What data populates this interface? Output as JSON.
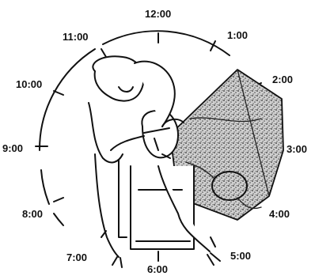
{
  "figure": {
    "clock_positions": [
      {
        "label": "12:00"
      },
      {
        "label": "1:00"
      },
      {
        "label": "2:00"
      },
      {
        "label": "3:00"
      },
      {
        "label": "4:00"
      },
      {
        "label": "5:00"
      },
      {
        "label": "6:00"
      },
      {
        "label": "7:00"
      },
      {
        "label": "8:00"
      },
      {
        "label": "9:00"
      },
      {
        "label": "10:00"
      },
      {
        "label": "11:00"
      }
    ],
    "colors": {
      "ink": "#111111",
      "background": "#ffffff",
      "stipple": "#444444"
    }
  }
}
